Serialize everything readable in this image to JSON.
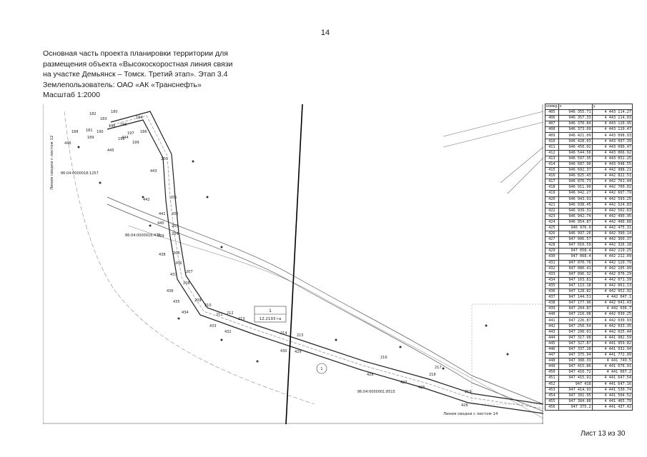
{
  "page_number": "14",
  "header": {
    "lines": [
      "Основная часть проекта планировки территории для",
      "размещения объекта «Высокоскоростная линия связи",
      "на участке Демьянск – Томск. Третий этап». Этап 3.4",
      "Землепользователь: ОАО «АК «Транснефть»",
      "Масштаб 1:2000"
    ]
  },
  "map": {
    "tie_line_left": "Линия сводки с листом 12",
    "tie_line_bottom": "Линия сводки с листом 14",
    "parcel_labels": [
      "86:04:0000018:1257",
      "86:04:0000018:475",
      "86:04:0000001:8515"
    ],
    "callout": {
      "number": "1",
      "value": "12.2193 га"
    },
    "circle_label": "1",
    "point_labels": [
      "182",
      "183",
      "180",
      "181",
      "190",
      "196",
      "195",
      "194",
      "197",
      "186",
      "188",
      "189",
      "198",
      "446",
      "445",
      "444",
      "199",
      "200",
      "443",
      "442",
      "201",
      "202",
      "441",
      "203",
      "440",
      "204",
      "439",
      "205",
      "438",
      "206",
      "207",
      "437",
      "208",
      "436",
      "209",
      "435",
      "210",
      "434",
      "211",
      "212",
      "433",
      "213",
      "432",
      "214",
      "215",
      "431",
      "430",
      "429",
      "216",
      "217",
      "428",
      "427",
      "218",
      "426",
      "219",
      "425"
    ]
  },
  "table": {
    "headers": [
      "номер",
      "x",
      "y"
    ],
    "rows": [
      [
        "405",
        "946 355.71",
        "4 443 114.27"
      ],
      [
        "406",
        "946 357.33",
        "4 443 114.03"
      ],
      [
        "407",
        "946 370.84",
        "4 443 110.95"
      ],
      [
        "408",
        "946 373.09",
        "4 443 110.47"
      ],
      [
        "409",
        "946 421.09",
        "4 443 098.93"
      ],
      [
        "410",
        "946 428.03",
        "4 443 097.39"
      ],
      [
        "411",
        "946 450.02",
        "4 443 090.47"
      ],
      [
        "412",
        "946 544.56",
        "4 443 066.92"
      ],
      [
        "413",
        "946 597.35",
        "4 443 052.25"
      ],
      [
        "414",
        "946 687.90",
        "4 443 048.55"
      ],
      [
        "415",
        "946 692.37",
        "4 442 988.21"
      ],
      [
        "416",
        "946 825.43",
        "4 442 822.51"
      ],
      [
        "417",
        "946 876.73",
        "4 442 761.44"
      ],
      [
        "418",
        "946 911.90",
        "4 442 700.02"
      ],
      [
        "419",
        "946 942.27",
        "4 442 607.79"
      ],
      [
        "420",
        "946 943.91",
        "4 442 593.25"
      ],
      [
        "421",
        "946 938.45",
        "4 442 524.83"
      ],
      [
        "422",
        "946 939.31",
        "4 442 502.63"
      ],
      [
        "423",
        "946 942.74",
        "4 442 490.95"
      ],
      [
        "424",
        "946 954.87",
        "4 442 490.68"
      ],
      [
        "425",
        "946 976.9",
        "4 442 475.31"
      ],
      [
        "426",
        "946 997.26",
        "4 442 390.14"
      ],
      [
        "427",
        "947 006.57",
        "4 442 360.37"
      ],
      [
        "428",
        "947 010.59",
        "4 442 326.18"
      ],
      [
        "429",
        "947 058.4",
        "4 442 219.25"
      ],
      [
        "430",
        "947 068.4",
        "4 442 212.09"
      ],
      [
        "431",
        "947 070.76",
        "4 442 120.79"
      ],
      [
        "432",
        "947 080.41",
        "4 442 105.09"
      ],
      [
        "433",
        "947 096.32",
        "4 442 076.29"
      ],
      [
        "434",
        "947 103.81",
        "4 442 071.39"
      ],
      [
        "435",
        "947 113.18",
        "4 442 061.13"
      ],
      [
        "436",
        "947 128.82",
        "4 442 052.92"
      ],
      [
        "437",
        "947 144.51",
        "4 442 047.1"
      ],
      [
        "438",
        "947 177.96",
        "4 442 041.43"
      ],
      [
        "439",
        "947 204.87",
        "4 442 036.7"
      ],
      [
        "440",
        "947 210.08",
        "4 442 030.25"
      ],
      [
        "441",
        "947 226.87",
        "4 442 030.93"
      ],
      [
        "442",
        "947 250.54",
        "4 442 033.35"
      ],
      [
        "443",
        "947 290.01",
        "4 442 025.44"
      ],
      [
        "444",
        "947 317.98",
        "4 441 982.59"
      ],
      [
        "445",
        "947 327.87",
        "4 441 959.82"
      ],
      [
        "446",
        "947 337.28",
        "4 441 932.94"
      ],
      [
        "447",
        "947 375.94",
        "4 441 772.09"
      ],
      [
        "448",
        "947 388.33",
        "4 441 749.5"
      ],
      [
        "449",
        "947 415.86",
        "4 441 676.91"
      ],
      [
        "450",
        "947 410.72",
        "4 441 667.2"
      ],
      [
        "451",
        "947 415.91",
        "4 441 647.54"
      ],
      [
        "452",
        "947 418",
        "4 441 647.16"
      ],
      [
        "453",
        "947 414.93",
        "4 441 530.74"
      ],
      [
        "454",
        "947 391.95",
        "4 441 504.52"
      ],
      [
        "455",
        "947 384.88",
        "4 441 465.79"
      ],
      [
        "456",
        "947 375.2",
        "4 441 437.42"
      ]
    ]
  },
  "sheet_label": "Лист 13 из 30"
}
